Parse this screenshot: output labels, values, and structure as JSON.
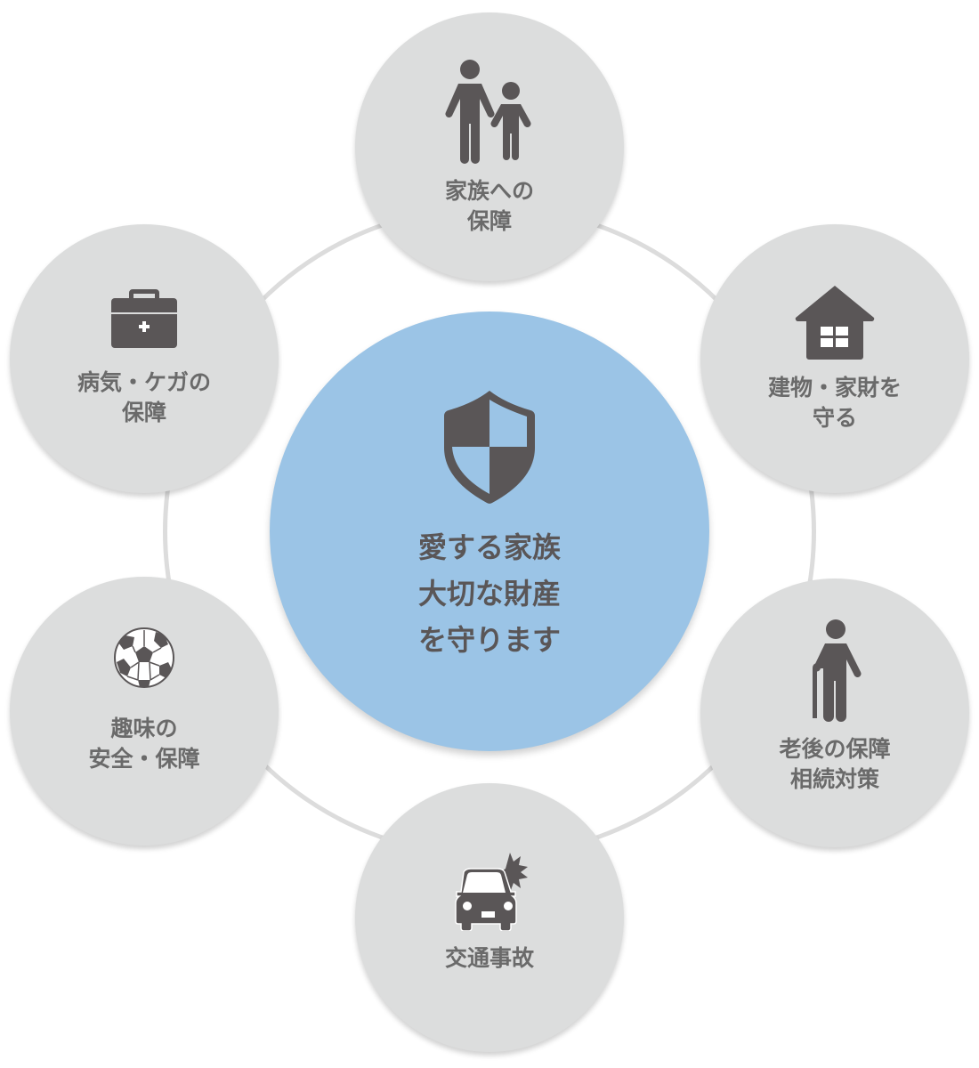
{
  "colors": {
    "center_fill": "#9bc4e6",
    "node_fill": "#dcdddd",
    "ring": "#dcdcdc",
    "icon": "#5a5657",
    "label_text": "#6a6a6a"
  },
  "center": {
    "icon": "shield-icon",
    "label": "愛する家族\n大切な財産\nを守ります"
  },
  "nodes": [
    {
      "id": "family",
      "icon": "parent-child-icon",
      "label": "家族への\n保障"
    },
    {
      "id": "building",
      "icon": "house-icon",
      "label": "建物・家財を\n守る"
    },
    {
      "id": "retirement",
      "icon": "elderly-person-icon",
      "label": "老後の保障\n相続対策"
    },
    {
      "id": "traffic",
      "icon": "car-crash-icon",
      "label": "交通事故"
    },
    {
      "id": "hobby",
      "icon": "soccer-ball-icon",
      "label": "趣味の\n安全・保障"
    },
    {
      "id": "illness",
      "icon": "first-aid-kit-icon",
      "label": "病気・ケガの\n保障"
    }
  ]
}
